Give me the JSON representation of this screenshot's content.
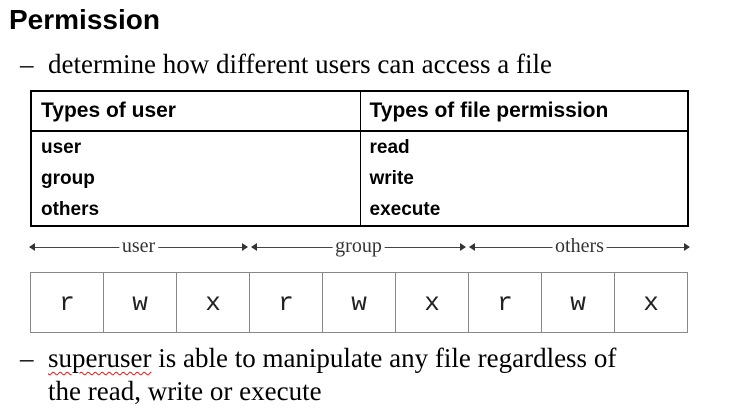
{
  "title": "Permission",
  "bullet1": "determine how different users can access a file",
  "bullet_dash": "–",
  "table": {
    "headers": [
      "Types of user",
      "Types of file permission"
    ],
    "user_types": [
      "user",
      "group",
      "others"
    ],
    "permission_types": [
      "read",
      "write",
      "execute"
    ]
  },
  "groups": [
    "user",
    "group",
    "others"
  ],
  "perm_bits": [
    "r",
    "w",
    "x",
    "r",
    "w",
    "x",
    "r",
    "w",
    "x"
  ],
  "bullet2": {
    "word": "superuser",
    "rest": " is able to manipulate any file regardless of",
    "line2": "the read, write or execute"
  }
}
